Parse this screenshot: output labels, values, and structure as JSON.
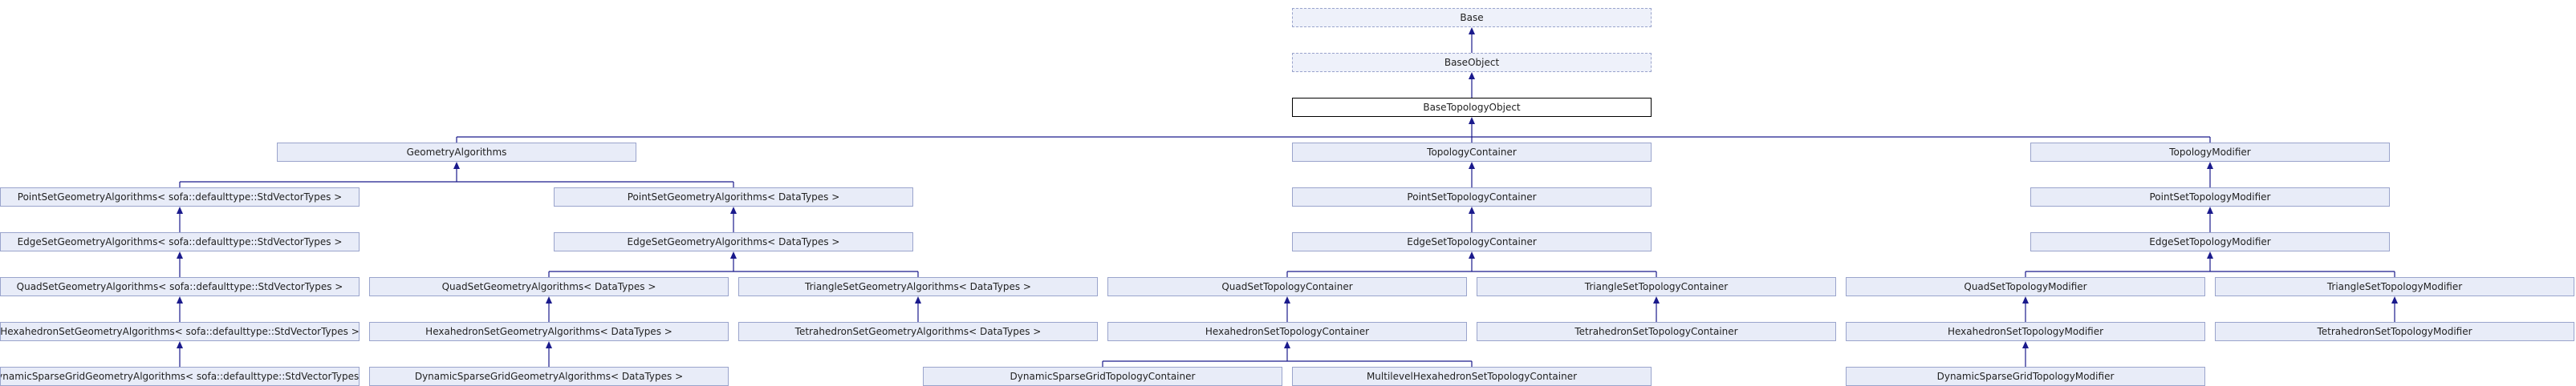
{
  "diagram": {
    "type": "class-inheritance-graph",
    "colors": {
      "node_fill": "#e8ecf8",
      "node_border": "#9aa4cc",
      "edge": "#1a1a8c",
      "focus_fill": "#ffffff",
      "focus_border": "#000000"
    },
    "nodes": [
      {
        "id": "base",
        "label": "Base",
        "style": "dashed"
      },
      {
        "id": "baseobject",
        "label": "BaseObject",
        "style": "dashed"
      },
      {
        "id": "basetopologyobject",
        "label": "BaseTopologyObject",
        "style": "focus"
      },
      {
        "id": "geometryalgorithms",
        "label": "GeometryAlgorithms"
      },
      {
        "id": "topologycontainer",
        "label": "TopologyContainer"
      },
      {
        "id": "topologymodifier",
        "label": "TopologyModifier"
      },
      {
        "id": "pointsetgeom_std",
        "label": "PointSetGeometryAlgorithms< sofa::defaulttype::StdVectorTypes >"
      },
      {
        "id": "pointsetgeom_dt",
        "label": "PointSetGeometryAlgorithms< DataTypes >"
      },
      {
        "id": "pointsettopocontainer",
        "label": "PointSetTopologyContainer"
      },
      {
        "id": "pointsettopomodifier",
        "label": "PointSetTopologyModifier"
      },
      {
        "id": "edgesetgeom_std",
        "label": "EdgeSetGeometryAlgorithms< sofa::defaulttype::StdVectorTypes >"
      },
      {
        "id": "edgesetgeom_dt",
        "label": "EdgeSetGeometryAlgorithms< DataTypes >"
      },
      {
        "id": "edgesettopocontainer",
        "label": "EdgeSetTopologyContainer"
      },
      {
        "id": "edgesettopomodifier",
        "label": "EdgeSetTopologyModifier"
      },
      {
        "id": "quadsetgeom_std",
        "label": "QuadSetGeometryAlgorithms< sofa::defaulttype::StdVectorTypes >"
      },
      {
        "id": "quadsetgeom_dt",
        "label": "QuadSetGeometryAlgorithms< DataTypes >"
      },
      {
        "id": "trianglesetgeom_dt",
        "label": "TriangleSetGeometryAlgorithms< DataTypes >"
      },
      {
        "id": "quadsettopocontainer",
        "label": "QuadSetTopologyContainer"
      },
      {
        "id": "trianglesettopocontainer",
        "label": "TriangleSetTopologyContainer"
      },
      {
        "id": "quadsettopomodifier",
        "label": "QuadSetTopologyModifier"
      },
      {
        "id": "trianglesettopomodifier",
        "label": "TriangleSetTopologyModifier"
      },
      {
        "id": "hexasetgeom_std",
        "label": "HexahedronSetGeometryAlgorithms< sofa::defaulttype::StdVectorTypes >"
      },
      {
        "id": "hexasetgeom_dt",
        "label": "HexahedronSetGeometryAlgorithms< DataTypes >"
      },
      {
        "id": "tetrasetgeom_dt",
        "label": "TetrahedronSetGeometryAlgorithms< DataTypes >"
      },
      {
        "id": "hexasettopocontainer",
        "label": "HexahedronSetTopologyContainer"
      },
      {
        "id": "tetrasettopocontainer",
        "label": "TetrahedronSetTopologyContainer"
      },
      {
        "id": "hexasettopomodifier",
        "label": "HexahedronSetTopologyModifier"
      },
      {
        "id": "tetrasettopomodifier",
        "label": "TetrahedronSetTopologyModifier"
      },
      {
        "id": "dsggeom_std",
        "label": "DynamicSparseGridGeometryAlgorithms< sofa::defaulttype::StdVectorTypes >"
      },
      {
        "id": "dsggeom_dt",
        "label": "DynamicSparseGridGeometryAlgorithms< DataTypes >"
      },
      {
        "id": "dsgtopocontainer",
        "label": "DynamicSparseGridTopologyContainer"
      },
      {
        "id": "multilevelhexacontainer",
        "label": "MultilevelHexahedronSetTopologyContainer"
      },
      {
        "id": "dsgtopomodifier",
        "label": "DynamicSparseGridTopologyModifier"
      }
    ],
    "edges": [
      {
        "child": "baseobject",
        "parent": "base"
      },
      {
        "child": "basetopologyobject",
        "parent": "baseobject"
      },
      {
        "child": "geometryalgorithms",
        "parent": "basetopologyobject"
      },
      {
        "child": "topologycontainer",
        "parent": "basetopologyobject"
      },
      {
        "child": "topologymodifier",
        "parent": "basetopologyobject"
      },
      {
        "child": "pointsetgeom_std",
        "parent": "geometryalgorithms"
      },
      {
        "child": "pointsetgeom_dt",
        "parent": "geometryalgorithms"
      },
      {
        "child": "pointsettopocontainer",
        "parent": "topologycontainer"
      },
      {
        "child": "pointsettopomodifier",
        "parent": "topologymodifier"
      },
      {
        "child": "edgesetgeom_std",
        "parent": "pointsetgeom_std"
      },
      {
        "child": "edgesetgeom_dt",
        "parent": "pointsetgeom_dt"
      },
      {
        "child": "edgesettopocontainer",
        "parent": "pointsettopocontainer"
      },
      {
        "child": "edgesettopomodifier",
        "parent": "pointsettopomodifier"
      },
      {
        "child": "quadsetgeom_std",
        "parent": "edgesetgeom_std"
      },
      {
        "child": "quadsetgeom_dt",
        "parent": "edgesetgeom_dt"
      },
      {
        "child": "trianglesetgeom_dt",
        "parent": "edgesetgeom_dt"
      },
      {
        "child": "quadsettopocontainer",
        "parent": "edgesettopocontainer"
      },
      {
        "child": "trianglesettopocontainer",
        "parent": "edgesettopocontainer"
      },
      {
        "child": "quadsettopomodifier",
        "parent": "edgesettopomodifier"
      },
      {
        "child": "trianglesettopomodifier",
        "parent": "edgesettopomodifier"
      },
      {
        "child": "hexasetgeom_std",
        "parent": "quadsetgeom_std"
      },
      {
        "child": "hexasetgeom_dt",
        "parent": "quadsetgeom_dt"
      },
      {
        "child": "tetrasetgeom_dt",
        "parent": "trianglesetgeom_dt"
      },
      {
        "child": "hexasettopocontainer",
        "parent": "quadsettopocontainer"
      },
      {
        "child": "tetrasettopocontainer",
        "parent": "trianglesettopocontainer"
      },
      {
        "child": "hexasettopomodifier",
        "parent": "quadsettopomodifier"
      },
      {
        "child": "tetrasettopomodifier",
        "parent": "trianglesettopomodifier"
      },
      {
        "child": "dsggeom_std",
        "parent": "hexasetgeom_std"
      },
      {
        "child": "dsggeom_dt",
        "parent": "hexasetgeom_dt"
      },
      {
        "child": "dsgtopocontainer",
        "parent": "hexasettopocontainer"
      },
      {
        "child": "multilevelhexacontainer",
        "parent": "hexasettopocontainer"
      },
      {
        "child": "dsgtopomodifier",
        "parent": "hexasettopomodifier"
      }
    ]
  }
}
